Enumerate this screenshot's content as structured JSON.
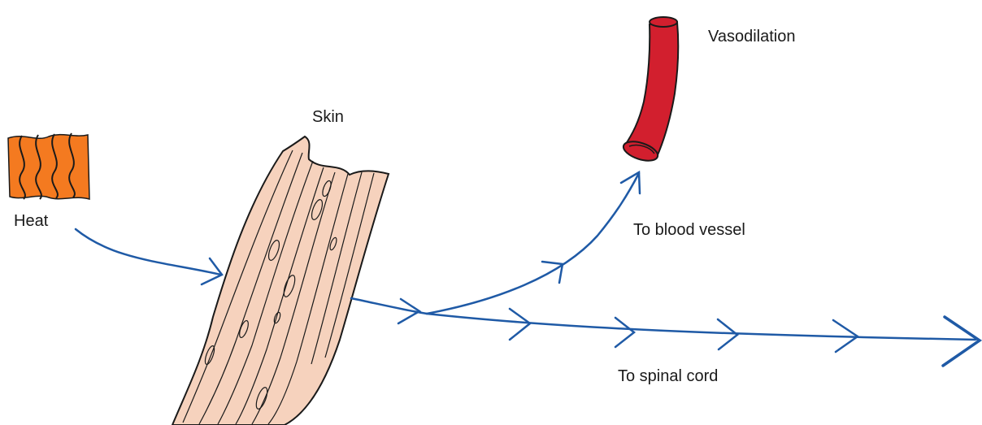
{
  "labels": {
    "vasodilation": "Vasodilation",
    "skin": "Skin",
    "heat": "Heat",
    "to_blood_vessel": "To blood vessel",
    "to_spinal_cord": "To spinal cord"
  },
  "colors": {
    "arrow": "#1f5aa6",
    "heat_fill": "#f47a20",
    "skin_fill": "#f6d2bd",
    "vessel_fill": "#d21f2e",
    "outline": "#1a1a1a"
  }
}
